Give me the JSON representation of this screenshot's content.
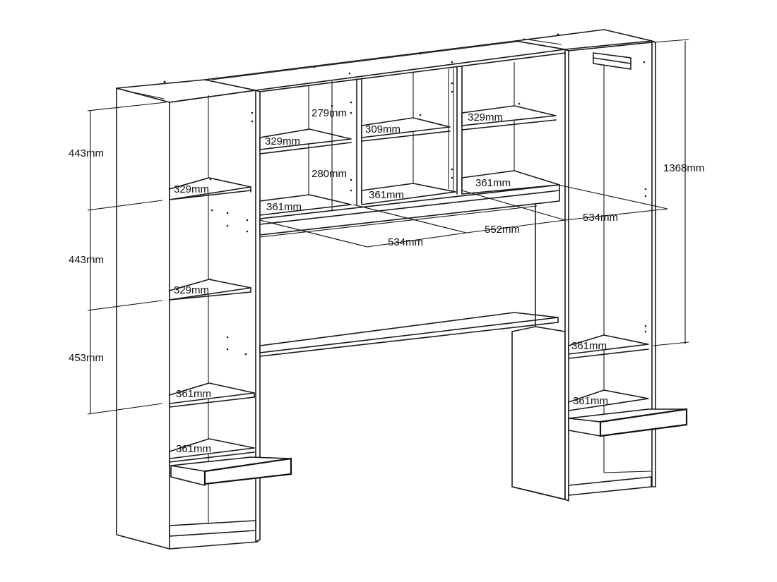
{
  "dimensions": {
    "left_gap_top": "443mm",
    "left_gap_middle": "443mm",
    "left_gap_bottom": "453mm",
    "center_upper_gap": "279mm",
    "center_lower_gap": "280mm",
    "overall_height": "1368mm",
    "width_left_bridge": "534mm",
    "width_center_bridge": "552mm",
    "width_right_bridge": "534mm"
  },
  "shelf_labels": {
    "left_1": "329mm",
    "left_2": "329mm",
    "left_3": "361mm",
    "left_4": "361mm",
    "bridge_upper_left": "329mm",
    "bridge_lower_left": "361mm",
    "bridge_upper_middle": "309mm",
    "bridge_lower_middle": "361mm",
    "bridge_upper_right": "329mm",
    "bridge_lower_right": "361mm",
    "right_1": "361mm",
    "right_2": "361mm"
  }
}
